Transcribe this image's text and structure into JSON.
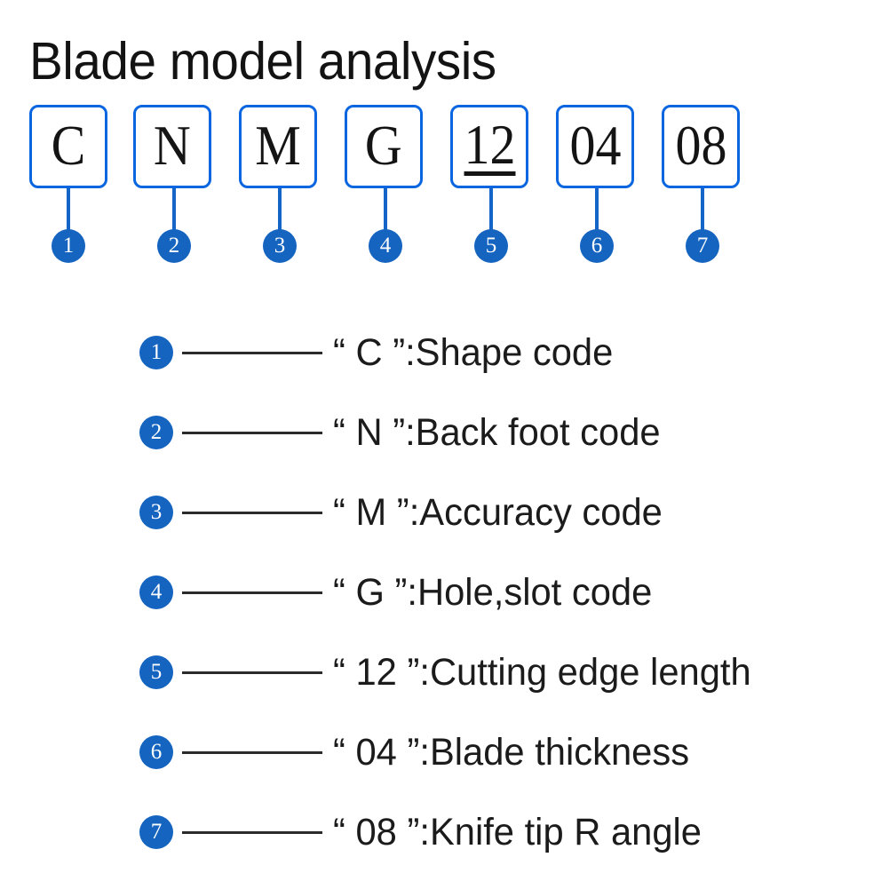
{
  "title": "Blade model analysis",
  "code_boxes": [
    {
      "label": "C",
      "index": "1",
      "underlined": false
    },
    {
      "label": "N",
      "index": "2",
      "underlined": false
    },
    {
      "label": "M",
      "index": "3",
      "underlined": false
    },
    {
      "label": "G",
      "index": "4",
      "underlined": false
    },
    {
      "label": "12",
      "index": "5",
      "underlined": true
    },
    {
      "label": "04",
      "index": "6",
      "underlined": false
    },
    {
      "label": "08",
      "index": "7",
      "underlined": false
    }
  ],
  "legend": [
    {
      "index": "1",
      "code": "“ C ”",
      "description": ":Shape code",
      "full": "“ C ”:Shape code"
    },
    {
      "index": "2",
      "code": "“ N ”",
      "description": ":Back foot code",
      "full": "“ N ”:Back foot code"
    },
    {
      "index": "3",
      "code": "“ M ”",
      "description": ":Accuracy code",
      "full": "“ M ”:Accuracy code"
    },
    {
      "index": "4",
      "code": "“ G ”",
      "description": ":Hole,slot code",
      "full": "“ G ”:Hole,slot code"
    },
    {
      "index": "5",
      "code": "“ 12 ”",
      "description": ":Cutting edge length",
      "full": "“ 12 ”:Cutting edge length"
    },
    {
      "index": "6",
      "code": "“ 04 ”",
      "description": ":Blade thickness",
      "full": "“ 04 ”:Blade thickness"
    },
    {
      "index": "7",
      "code": "“ 08 ”",
      "description": ":Knife tip R angle",
      "full": "“ 08 ”:Knife tip R angle"
    }
  ],
  "colors": {
    "box_border_blue": "#0a66e0",
    "badge_blue": "#1464c0",
    "connector_blue": "#1565c8",
    "dash_gray": "#2b2b2b",
    "text_black": "#1a1a1a",
    "background": "#ffffff"
  }
}
